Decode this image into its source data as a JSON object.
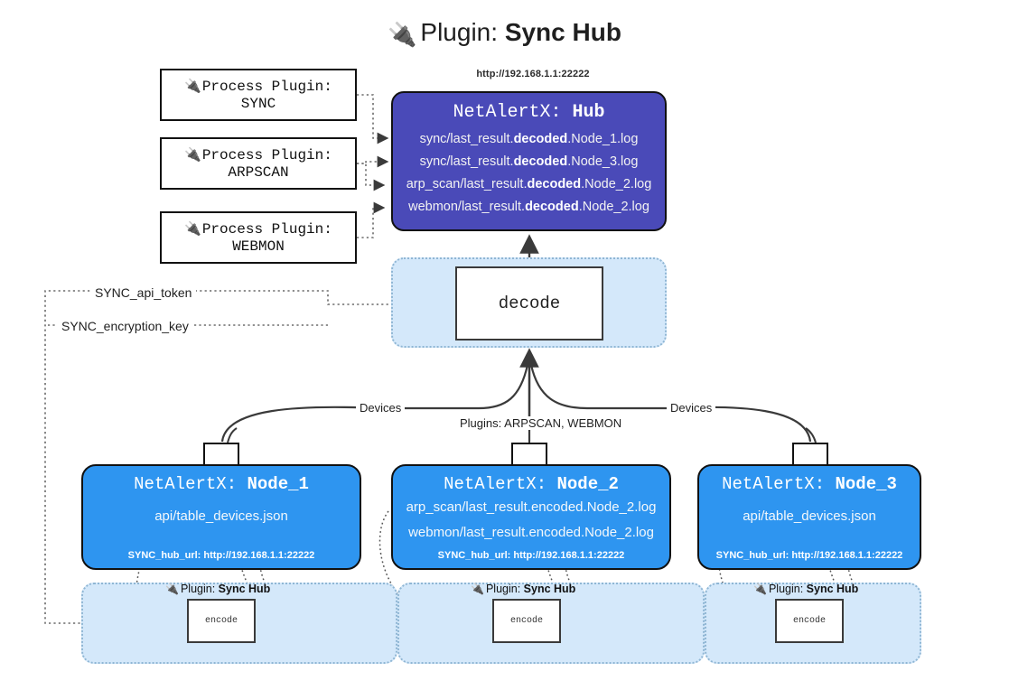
{
  "title": {
    "icon": "electric-plug-icon",
    "glyph": "🔌",
    "lead": "Plugin: ",
    "strong": "Sync Hub"
  },
  "process_plugins": [
    {
      "glyph": "🔌",
      "line1": "Process Plugin:",
      "line2": "SYNC"
    },
    {
      "glyph": "🔌",
      "line1": "Process Plugin:",
      "line2": "ARPSCAN"
    },
    {
      "glyph": "🔌",
      "line1": "Process Plugin:",
      "line2": "WEBMON"
    }
  ],
  "hub": {
    "url": "http://192.168.1.1:22222",
    "title_lead": "NetAlertX: ",
    "title_strong": "Hub",
    "logs": [
      {
        "pre": "sync/last_result.",
        "mid": "decoded",
        "post": ".Node_1.log"
      },
      {
        "pre": "sync/last_result.",
        "mid": "decoded",
        "post": ".Node_3.log"
      },
      {
        "pre": "arp_scan/last_result.",
        "mid": "decoded",
        "post": ".Node_2.log"
      },
      {
        "pre": "webmon/last_result.",
        "mid": "decoded",
        "post": ".Node_2.log"
      }
    ],
    "color": "#4a4ab8"
  },
  "decode": {
    "label": "decode",
    "group_color": "#d4e8fa"
  },
  "tokens": {
    "api_token": "SYNC_api_token",
    "encryption_key": "SYNC_encryption_key"
  },
  "edge_labels": {
    "devices_left": "Devices",
    "devices_right": "Devices",
    "plugins": "Plugins: ARPSCAN, WEBMON"
  },
  "nodes": [
    {
      "title_lead": "NetAlertX: ",
      "title_strong": "Node_1",
      "lines": [
        "api/table_devices.json"
      ],
      "footer": "SYNC_hub_url: http://192.168.1.1:22222",
      "color": "#2e95f0",
      "icon": "envelope-icon"
    },
    {
      "title_lead": "NetAlertX: ",
      "title_strong": "Node_2",
      "lines": [
        "arp_scan/last_result.encoded.Node_2.log",
        "webmon/last_result.encoded.Node_2.log"
      ],
      "footer": "SYNC_hub_url: http://192.168.1.1:22222",
      "color": "#2e95f0",
      "icon": "envelope-icon"
    },
    {
      "title_lead": "NetAlertX: ",
      "title_strong": "Node_3",
      "lines": [
        "api/table_devices.json"
      ],
      "footer": "SYNC_hub_url: http://192.168.1.1:22222",
      "color": "#2e95f0",
      "icon": "envelope-icon"
    }
  ],
  "encode_groups": [
    {
      "plugin_glyph": "🔌",
      "plugin_lead": "Plugin: ",
      "plugin_strong": "Sync Hub",
      "box_label": "encode"
    },
    {
      "plugin_glyph": "🔌",
      "plugin_lead": "Plugin: ",
      "plugin_strong": "Sync Hub",
      "box_label": "encode"
    },
    {
      "plugin_glyph": "🔌",
      "plugin_lead": "Plugin: ",
      "plugin_strong": "Sync Hub",
      "box_label": "encode"
    }
  ]
}
